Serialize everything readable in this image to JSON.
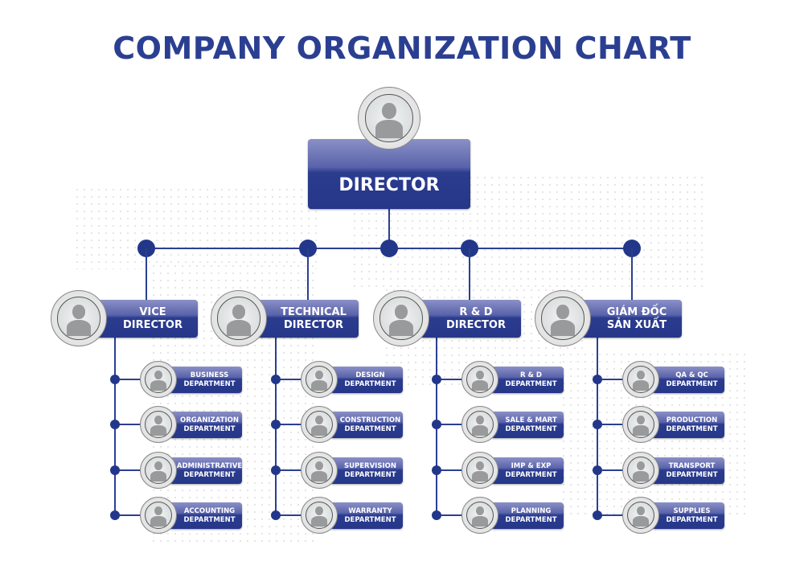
{
  "title": "COMPANY ORGANIZATION CHART",
  "colors": {
    "primary": "#2b3f92",
    "title": "#2b3f92"
  },
  "director": {
    "label": "DIRECTOR",
    "icon": "person-icon"
  },
  "managers": [
    {
      "line1": "VICE",
      "line2": "DIRECTOR",
      "departments": [
        [
          "BUSINESS",
          "DEPARTMENT"
        ],
        [
          "ORGANIZATION",
          "DEPARTMENT"
        ],
        [
          "ADMINISTRATIVE",
          "DEPARTMENT"
        ],
        [
          "ACCOUNTING",
          "DEPARTMENT"
        ]
      ]
    },
    {
      "line1": "TECHNICAL",
      "line2": "DIRECTOR",
      "departments": [
        [
          "DESIGN",
          "DEPARTMENT"
        ],
        [
          "CONSTRUCTION",
          "DEPARTMENT"
        ],
        [
          "SUPERVISION",
          "DEPARTMENT"
        ],
        [
          "WARRANTY",
          "DEPARTMENT"
        ]
      ]
    },
    {
      "line1": "R & D",
      "line2": "DIRECTOR",
      "departments": [
        [
          "R & D",
          "DEPARTMENT"
        ],
        [
          "SALE & MART",
          "DEPARTMENT"
        ],
        [
          "IMP & EXP",
          "DEPARTMENT"
        ],
        [
          "PLANNING",
          "DEPARTMENT"
        ]
      ]
    },
    {
      "line1": "GIÁM ĐỐC",
      "line2": "SẢN XUẤT",
      "departments": [
        [
          "QA & QC",
          "DEPARTMENT"
        ],
        [
          "PRODUCTION",
          "DEPARTMENT"
        ],
        [
          "TRANSPORT",
          "DEPARTMENT"
        ],
        [
          "SUPPLIES",
          "DEPARTMENT"
        ]
      ]
    }
  ]
}
